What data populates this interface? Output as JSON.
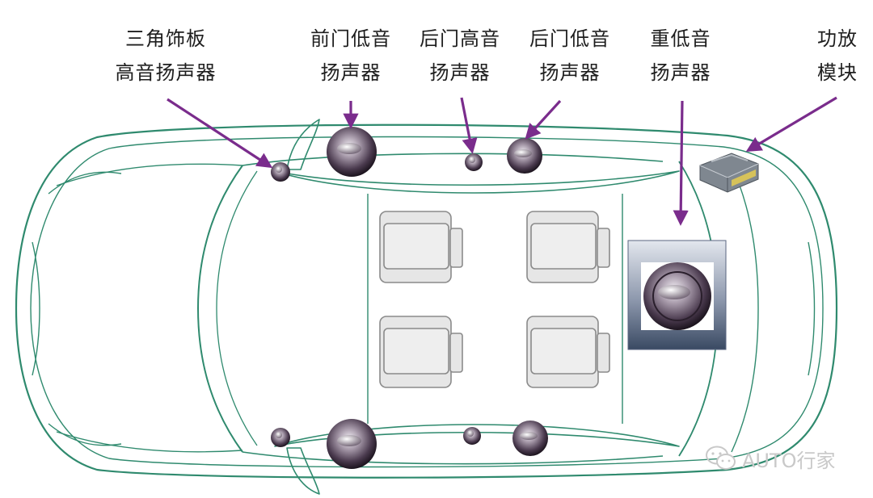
{
  "labels": {
    "tweeter": [
      "三角饰板",
      "高音扬声器"
    ],
    "front_woofer": [
      "前门低音",
      "扬声器"
    ],
    "rear_tweeter": [
      "后门高音",
      "扬声器"
    ],
    "rear_woofer": [
      "后门低音",
      "扬声器"
    ],
    "subwoofer": [
      "重低音",
      "扬声器"
    ],
    "amplifier": [
      "功放",
      "模块"
    ]
  },
  "watermark": {
    "text": "AUTO行家",
    "icon": "wechat-icon"
  },
  "colors": {
    "outline": "#2f8a6e",
    "arrow": "#7a2c8c",
    "seat_fill": "#e6e6e6",
    "seat_stroke": "#8a8a8a",
    "sub_panel_top": "#e2e6ec",
    "sub_panel_bottom": "#3a4a63"
  }
}
